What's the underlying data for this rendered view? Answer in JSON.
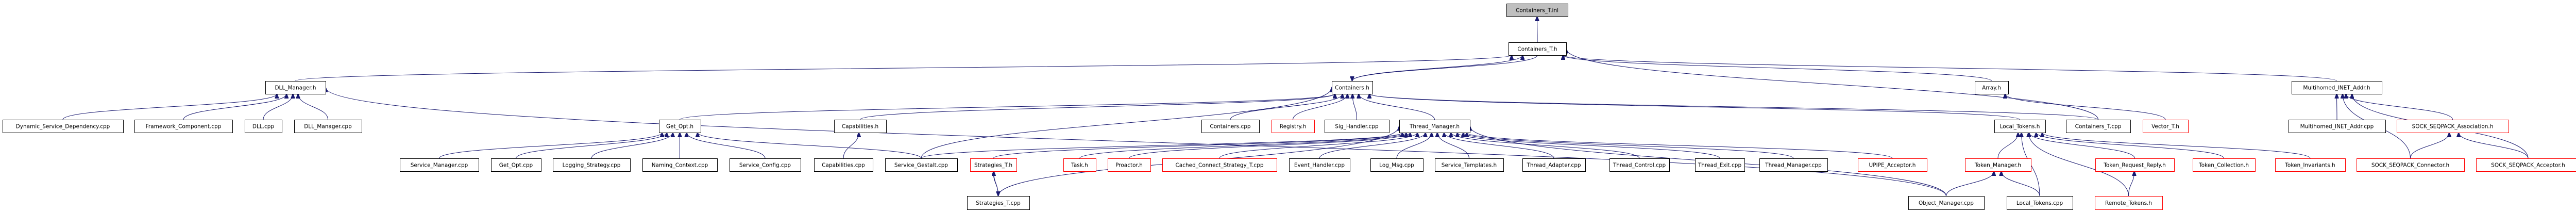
{
  "graph": {
    "title": "Containers_T.inl include dependency graph",
    "edge_color": "#191970",
    "missing_border_color": "#ff0000",
    "root_fill": "#bfbfbf",
    "nodes": [
      {
        "id": "containers_t_inl",
        "label": "Containers_T.inl",
        "root": true
      },
      {
        "id": "containers_t_h",
        "label": "Containers_T.h"
      },
      {
        "id": "dll_manager_h",
        "label": "DLL_Manager.h"
      },
      {
        "id": "containers_h",
        "label": "Containers.h"
      },
      {
        "id": "array_h",
        "label": "Array.h"
      },
      {
        "id": "multihomed_inet_addr_h",
        "label": "Multihomed_INET_Addr.h"
      },
      {
        "id": "dynamic_service_dependency_cpp",
        "label": "Dynamic_Service_Dependency.cpp"
      },
      {
        "id": "framework_component_cpp",
        "label": "Framework_Component.cpp"
      },
      {
        "id": "dll_cpp",
        "label": "DLL.cpp"
      },
      {
        "id": "dll_manager_cpp",
        "label": "DLL_Manager.cpp"
      },
      {
        "id": "get_opt_h",
        "label": "Get_Opt.h"
      },
      {
        "id": "capabilities_h",
        "label": "Capabilities.h"
      },
      {
        "id": "containers_cpp",
        "label": "Containers.cpp"
      },
      {
        "id": "registry_h",
        "label": "Registry.h",
        "missing": true
      },
      {
        "id": "sig_handler_cpp",
        "label": "Sig_Handler.cpp"
      },
      {
        "id": "thread_manager_h",
        "label": "Thread_Manager.h"
      },
      {
        "id": "local_tokens_h",
        "label": "Local_Tokens.h"
      },
      {
        "id": "containers_t_cpp",
        "label": "Containers_T.cpp"
      },
      {
        "id": "vector_t_h",
        "label": "Vector_T.h",
        "missing": true
      },
      {
        "id": "multihomed_inet_addr_cpp",
        "label": "Multihomed_INET_Addr.cpp"
      },
      {
        "id": "sock_seqpack_association_h",
        "label": "SOCK_SEQPACK_Association.h",
        "missing": true
      },
      {
        "id": "service_manager_cpp",
        "label": "Service_Manager.cpp"
      },
      {
        "id": "get_opt_cpp",
        "label": "Get_Opt.cpp"
      },
      {
        "id": "logging_strategy_cpp",
        "label": "Logging_Strategy.cpp"
      },
      {
        "id": "naming_context_cpp",
        "label": "Naming_Context.cpp"
      },
      {
        "id": "service_config_cpp",
        "label": "Service_Config.cpp"
      },
      {
        "id": "capabilities_cpp",
        "label": "Capabilities.cpp"
      },
      {
        "id": "service_gestalt_cpp",
        "label": "Service_Gestalt.cpp"
      },
      {
        "id": "strategies_t_h",
        "label": "Strategies_T.h",
        "missing": true
      },
      {
        "id": "task_h",
        "label": "Task.h",
        "missing": true
      },
      {
        "id": "proactor_h",
        "label": "Proactor.h",
        "missing": true
      },
      {
        "id": "cached_connect_strategy_t_cpp",
        "label": "Cached_Connect_Strategy_T.cpp",
        "missing": true
      },
      {
        "id": "event_handler_cpp",
        "label": "Event_Handler.cpp"
      },
      {
        "id": "log_msg_cpp",
        "label": "Log_Msg.cpp"
      },
      {
        "id": "service_templates_h",
        "label": "Service_Templates.h"
      },
      {
        "id": "thread_adapter_cpp",
        "label": "Thread_Adapter.cpp"
      },
      {
        "id": "thread_control_cpp",
        "label": "Thread_Control.cpp"
      },
      {
        "id": "thread_exit_cpp",
        "label": "Thread_Exit.cpp"
      },
      {
        "id": "thread_manager_cpp",
        "label": "Thread_Manager.cpp"
      },
      {
        "id": "upipe_acceptor_h",
        "label": "UPIPE_Acceptor.h",
        "missing": true
      },
      {
        "id": "token_manager_h",
        "label": "Token_Manager.h",
        "missing": true
      },
      {
        "id": "token_request_reply_h",
        "label": "Token_Request_Reply.h",
        "missing": true
      },
      {
        "id": "token_collection_h",
        "label": "Token_Collection.h",
        "missing": true
      },
      {
        "id": "token_invariants_h",
        "label": "Token_Invariants.h",
        "missing": true
      },
      {
        "id": "sock_seqpack_connector_h",
        "label": "SOCK_SEQPACK_Connector.h",
        "missing": true
      },
      {
        "id": "sock_seqpack_acceptor_h",
        "label": "SOCK_SEQPACK_Acceptor.h",
        "missing": true
      },
      {
        "id": "strategies_t_cpp",
        "label": "Strategies_T.cpp"
      },
      {
        "id": "object_manager_cpp",
        "label": "Object_Manager.cpp"
      },
      {
        "id": "local_tokens_cpp",
        "label": "Local_Tokens.cpp"
      },
      {
        "id": "remote_tokens_h",
        "label": "Remote_Tokens.h",
        "missing": true
      }
    ],
    "edges": [
      {
        "from": "containers_t_h",
        "to": "containers_t_inl"
      },
      {
        "from": "dll_manager_h",
        "to": "containers_t_h"
      },
      {
        "from": "containers_h",
        "to": "containers_t_h"
      },
      {
        "from": "containers_t_h",
        "to": "containers_h"
      },
      {
        "from": "array_h",
        "to": "containers_t_h"
      },
      {
        "from": "multihomed_inet_addr_h",
        "to": "containers_t_h"
      },
      {
        "from": "containers_t_cpp",
        "to": "containers_t_h"
      },
      {
        "from": "dynamic_service_dependency_cpp",
        "to": "dll_manager_h"
      },
      {
        "from": "framework_component_cpp",
        "to": "dll_manager_h"
      },
      {
        "from": "dll_cpp",
        "to": "dll_manager_h"
      },
      {
        "from": "dll_manager_cpp",
        "to": "dll_manager_h"
      },
      {
        "from": "object_manager_cpp",
        "to": "dll_manager_h"
      },
      {
        "from": "get_opt_h",
        "to": "containers_h"
      },
      {
        "from": "capabilities_h",
        "to": "containers_h"
      },
      {
        "from": "service_gestalt_cpp",
        "to": "containers_h"
      },
      {
        "from": "containers_cpp",
        "to": "containers_h"
      },
      {
        "from": "registry_h",
        "to": "containers_h"
      },
      {
        "from": "sig_handler_cpp",
        "to": "containers_h"
      },
      {
        "from": "thread_manager_h",
        "to": "containers_h"
      },
      {
        "from": "local_tokens_h",
        "to": "containers_h"
      },
      {
        "from": "containers_t_cpp",
        "to": "containers_h"
      },
      {
        "from": "vector_t_h",
        "to": "array_h"
      },
      {
        "from": "multihomed_inet_addr_cpp",
        "to": "multihomed_inet_addr_h"
      },
      {
        "from": "sock_seqpack_association_h",
        "to": "multihomed_inet_addr_h"
      },
      {
        "from": "sock_seqpack_connector_h",
        "to": "multihomed_inet_addr_h"
      },
      {
        "from": "sock_seqpack_acceptor_h",
        "to": "multihomed_inet_addr_h"
      },
      {
        "from": "service_manager_cpp",
        "to": "get_opt_h"
      },
      {
        "from": "get_opt_cpp",
        "to": "get_opt_h"
      },
      {
        "from": "logging_strategy_cpp",
        "to": "get_opt_h"
      },
      {
        "from": "naming_context_cpp",
        "to": "get_opt_h"
      },
      {
        "from": "service_config_cpp",
        "to": "get_opt_h"
      },
      {
        "from": "service_gestalt_cpp",
        "to": "get_opt_h"
      },
      {
        "from": "capabilities_cpp",
        "to": "capabilities_h"
      },
      {
        "from": "service_gestalt_cpp",
        "to": "thread_manager_h"
      },
      {
        "from": "strategies_t_h",
        "to": "thread_manager_h"
      },
      {
        "from": "strategies_t_cpp",
        "to": "thread_manager_h"
      },
      {
        "from": "task_h",
        "to": "thread_manager_h"
      },
      {
        "from": "proactor_h",
        "to": "thread_manager_h"
      },
      {
        "from": "cached_connect_strategy_t_cpp",
        "to": "thread_manager_h"
      },
      {
        "from": "event_handler_cpp",
        "to": "thread_manager_h"
      },
      {
        "from": "log_msg_cpp",
        "to": "thread_manager_h"
      },
      {
        "from": "service_templates_h",
        "to": "thread_manager_h"
      },
      {
        "from": "thread_adapter_cpp",
        "to": "thread_manager_h"
      },
      {
        "from": "thread_control_cpp",
        "to": "thread_manager_h"
      },
      {
        "from": "thread_exit_cpp",
        "to": "thread_manager_h"
      },
      {
        "from": "thread_manager_cpp",
        "to": "thread_manager_h"
      },
      {
        "from": "upipe_acceptor_h",
        "to": "thread_manager_h"
      },
      {
        "from": "object_manager_cpp",
        "to": "thread_manager_h"
      },
      {
        "from": "token_manager_h",
        "to": "local_tokens_h"
      },
      {
        "from": "local_tokens_cpp",
        "to": "local_tokens_h"
      },
      {
        "from": "remote_tokens_h",
        "to": "local_tokens_h"
      },
      {
        "from": "token_request_reply_h",
        "to": "local_tokens_h"
      },
      {
        "from": "token_collection_h",
        "to": "local_tokens_h"
      },
      {
        "from": "token_invariants_h",
        "to": "local_tokens_h"
      },
      {
        "from": "object_manager_cpp",
        "to": "token_manager_h"
      },
      {
        "from": "local_tokens_cpp",
        "to": "token_manager_h"
      },
      {
        "from": "remote_tokens_h",
        "to": "token_request_reply_h"
      },
      {
        "from": "strategies_t_cpp",
        "to": "strategies_t_h"
      },
      {
        "from": "strategies_t_h",
        "to": "strategies_t_cpp"
      },
      {
        "from": "sock_seqpack_connector_h",
        "to": "sock_seqpack_association_h"
      },
      {
        "from": "sock_seqpack_acceptor_h",
        "to": "sock_seqpack_association_h"
      }
    ]
  }
}
